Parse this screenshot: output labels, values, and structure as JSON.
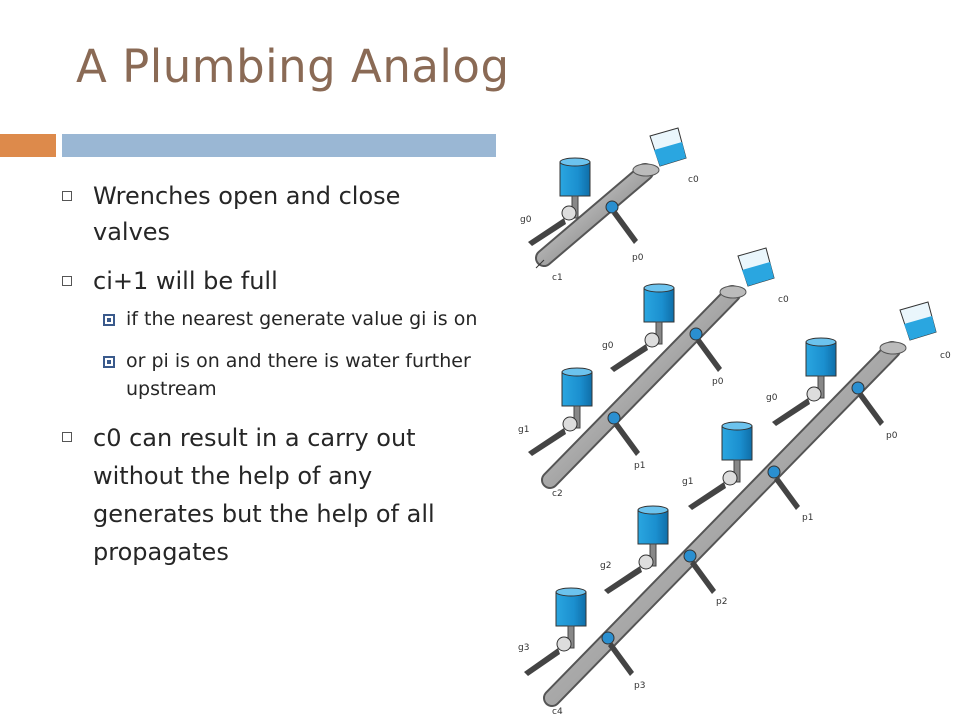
{
  "slide": {
    "title": "A Plumbing Analog",
    "bullets": [
      {
        "text": "Wrenches open and close valves"
      },
      {
        "text": "ci+1 will be full",
        "sub": [
          "if the nearest generate value gi is on",
          "or pi is on and there is water further upstream"
        ]
      },
      {
        "text": "c0 can result in a carry out without the help of any generates but the help of all propagates"
      }
    ]
  },
  "figure": {
    "labels": {
      "chain1": {
        "g": [
          "g0"
        ],
        "p": [
          "p0"
        ],
        "cin": "c0",
        "cout": "c1"
      },
      "chain2": {
        "g": [
          "g0",
          "g1"
        ],
        "p": [
          "p0",
          "p1"
        ],
        "cin": "c0",
        "cout": "c2"
      },
      "chain3": {
        "g": [
          "g0",
          "g1",
          "g2",
          "g3"
        ],
        "p": [
          "p0",
          "p1",
          "p2",
          "p3"
        ],
        "cin": "c0",
        "cout": "c4"
      }
    },
    "colors": {
      "water": "#1e9ad6",
      "pipe": "#9a9a9a",
      "pipe_dark": "#555555"
    }
  }
}
